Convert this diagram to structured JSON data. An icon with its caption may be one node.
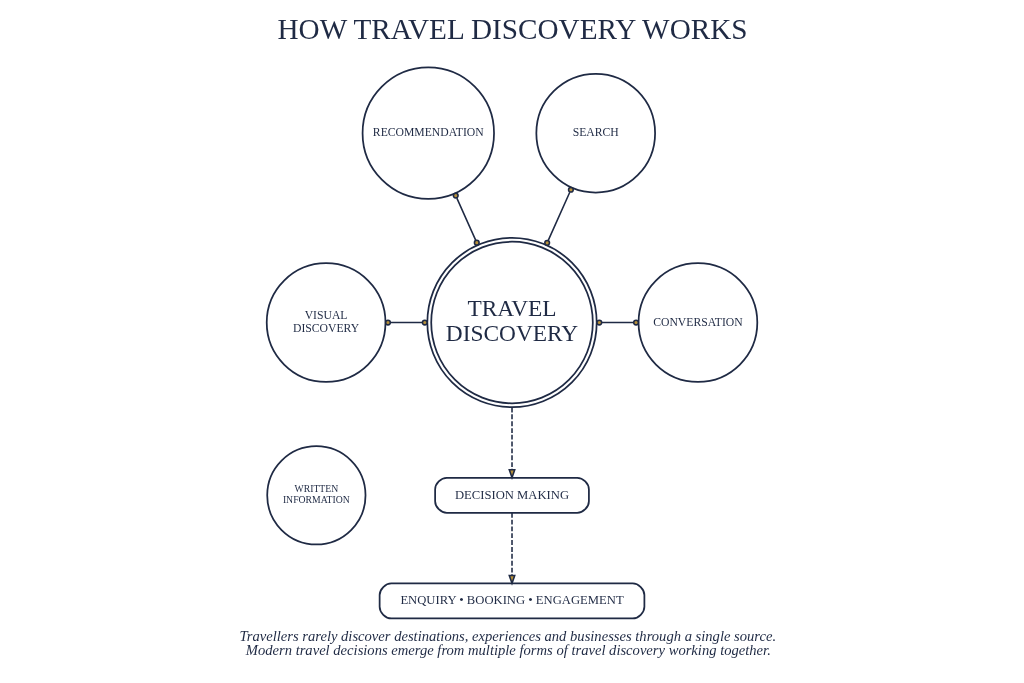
{
  "diagram": {
    "title": "HOW TRAVEL DISCOVERY WORKS",
    "caption": "Travellers rarely discover destinations, experiences and businesses through a single source. Modern travel decisions emerge from multiple forms of travel discovery working together.",
    "nodes": [
      {
        "text": [
          "RECOMMENDATION"
        ]
      },
      {
        "text": [
          "SEARCH"
        ]
      },
      {
        "text": [
          "TRAVEL DISCOVERY"
        ]
      },
      {
        "text": [
          "VISUAL DISCOVERY"
        ]
      },
      {
        "text": [
          "CONVERSATION"
        ]
      },
      {
        "text": [
          "WRITTEN INFORMATION"
        ]
      },
      {
        "text": [
          "DECISION MAKING"
        ]
      },
      {
        "text": [
          "ENQUIRY • BOOKING • ENGAGEMENT"
        ]
      }
    ],
    "edges": [
      {
        "from": 0,
        "to": 2,
        "arrow": "other"
      },
      {
        "from": 1,
        "to": 2,
        "arrow": "other"
      },
      {
        "from": 3,
        "to": 2,
        "arrow": "other"
      },
      {
        "from": 2,
        "to": 4,
        "arrow": "other"
      },
      {
        "from": 2,
        "to": 6,
        "arrow": "to",
        "style": "dashed"
      },
      {
        "from": 6,
        "to": 7,
        "arrow": "to",
        "style": "dashed"
      }
    ]
  }
}
